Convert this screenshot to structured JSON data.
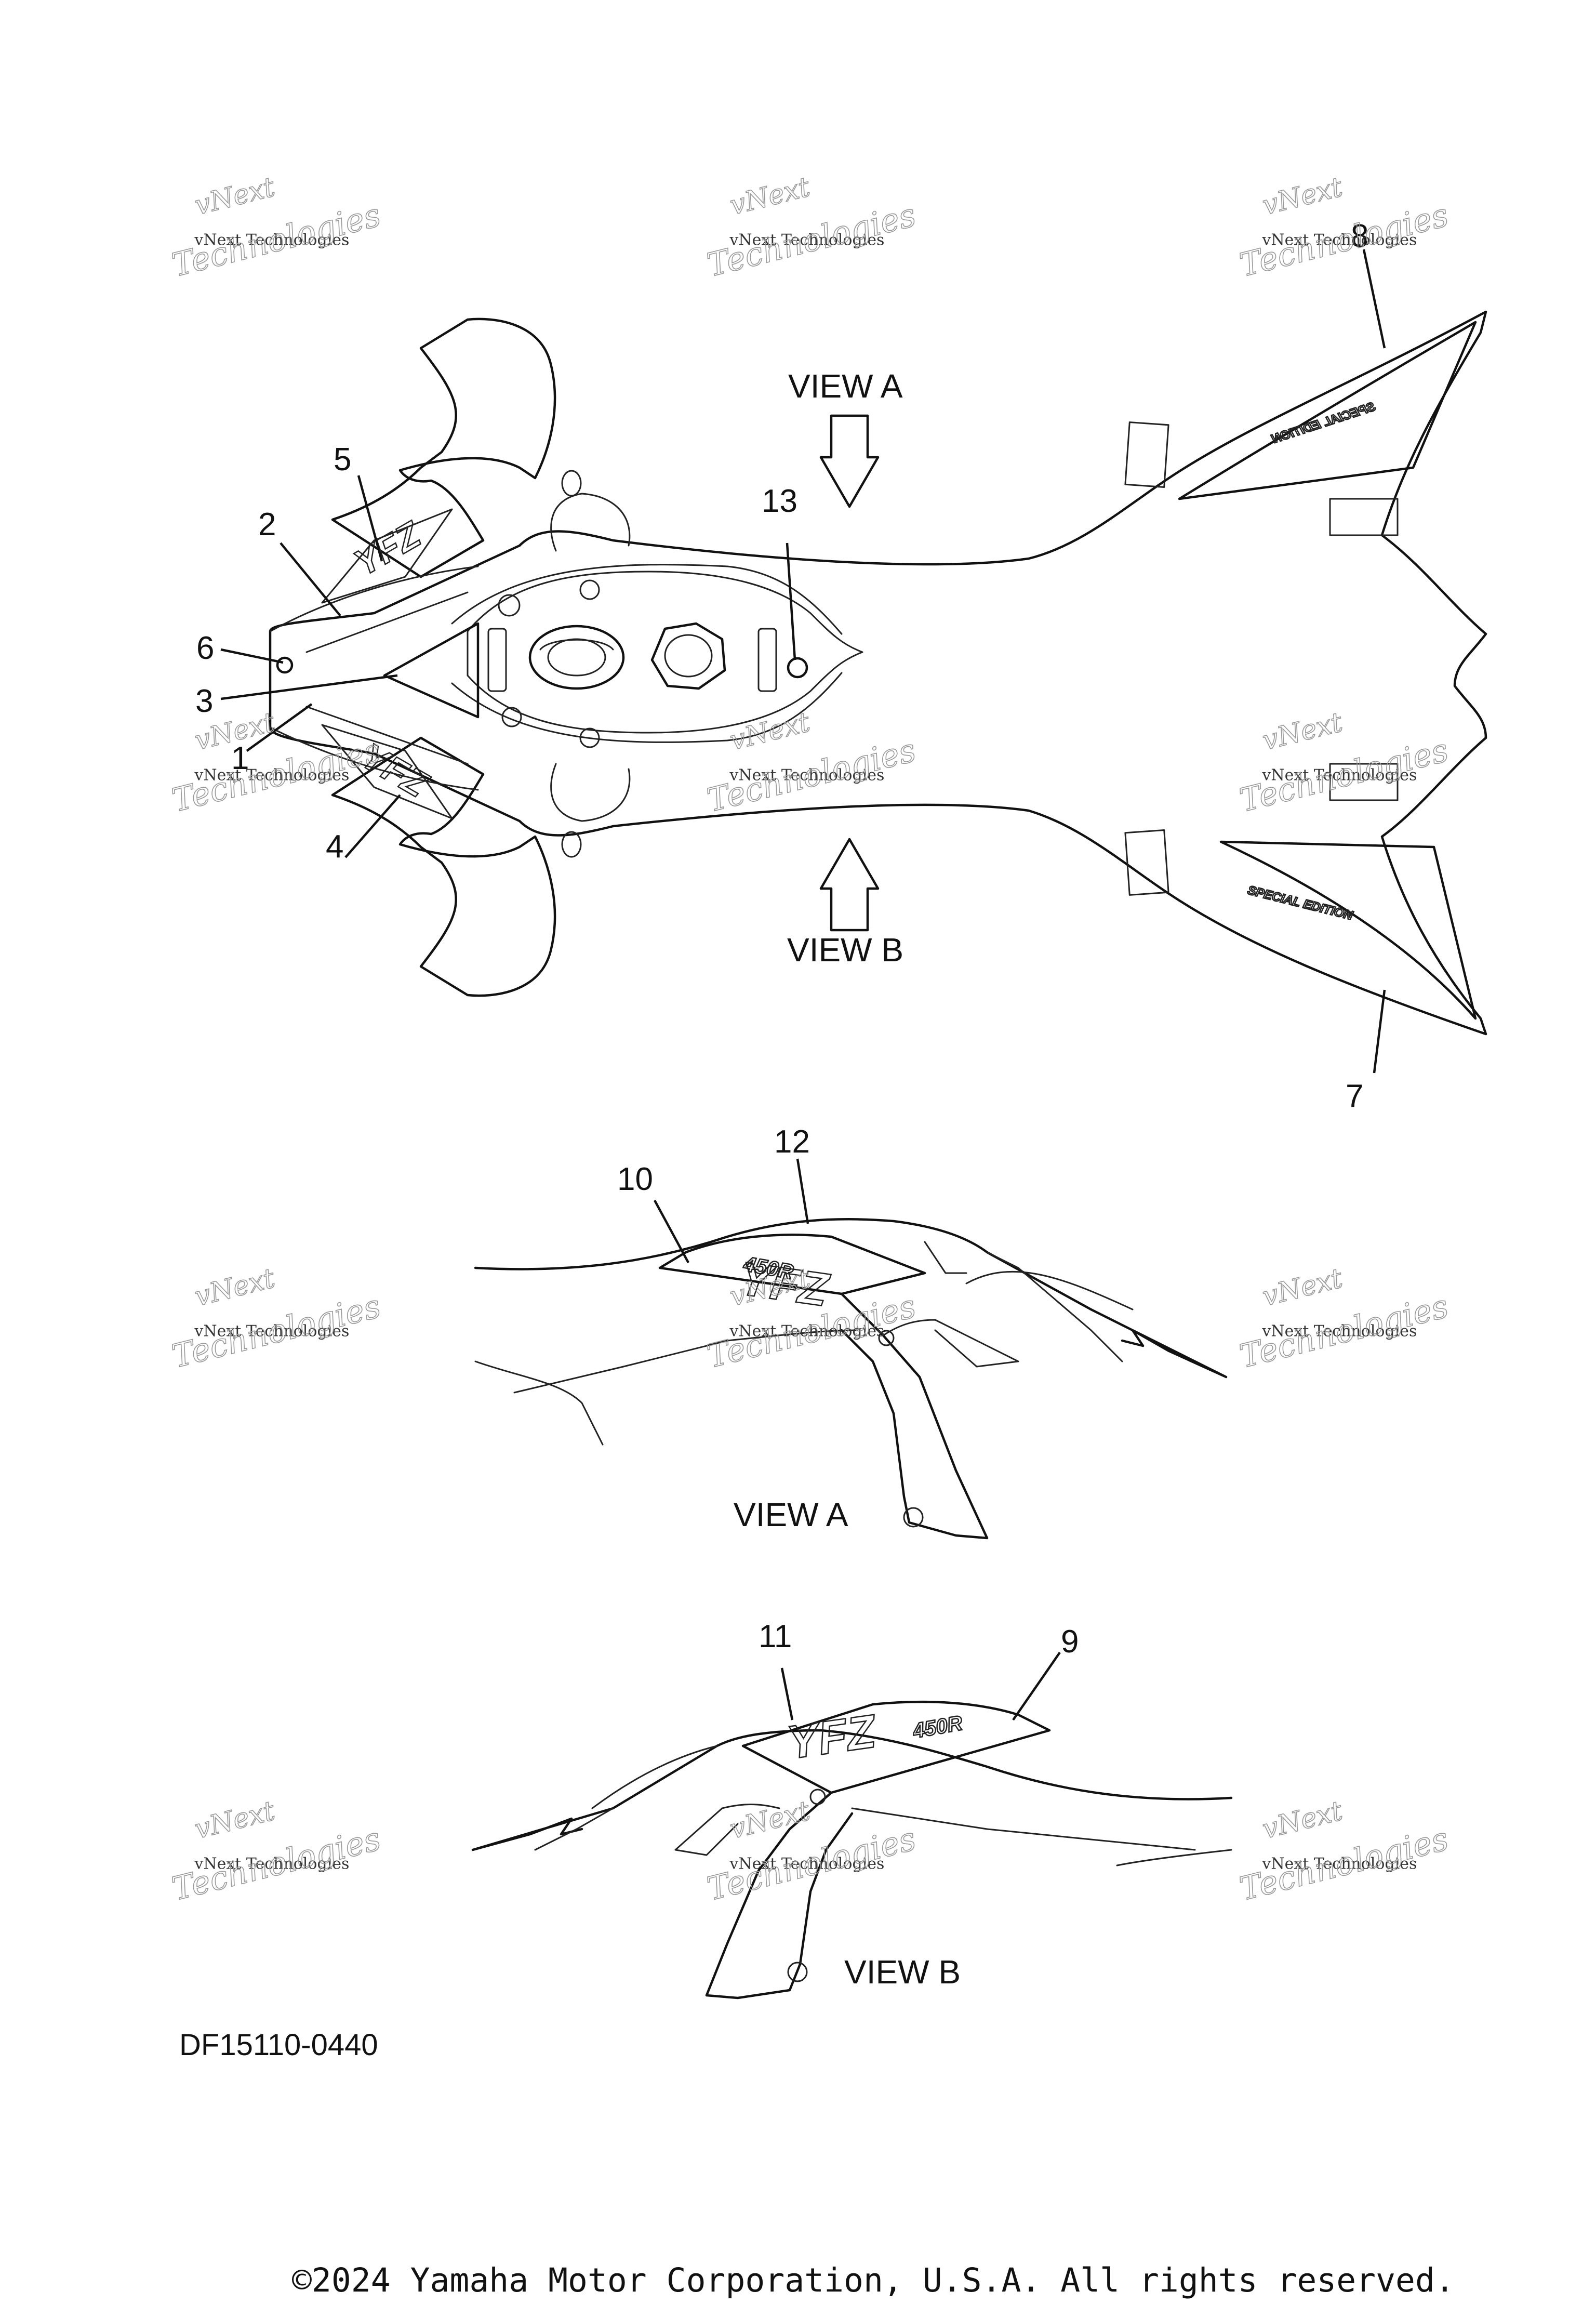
{
  "callouts": {
    "c1": "1",
    "c2": "2",
    "c3": "3",
    "c4": "4",
    "c5": "5",
    "c6": "6",
    "c7": "7",
    "c8": "8",
    "c9": "9",
    "c10": "10",
    "c11": "11",
    "c12": "12",
    "c13": "13"
  },
  "views": {
    "view_a_arrow_label": "VIEW A",
    "view_b_arrow_label": "VIEW B",
    "view_a_caption": "VIEW A",
    "view_b_caption": "VIEW B"
  },
  "decals": {
    "special_edition": "SPECIAL EDITION",
    "model_logo": "YFZ",
    "model_number": "450R"
  },
  "watermark": {
    "line1": "vNext",
    "line2": "vNext Technologies",
    "line3": "Technologies"
  },
  "diagram_code": "DF15110-0440",
  "copyright": "©2024 Yamaha Motor Corporation, U.S.A. All rights reserved."
}
